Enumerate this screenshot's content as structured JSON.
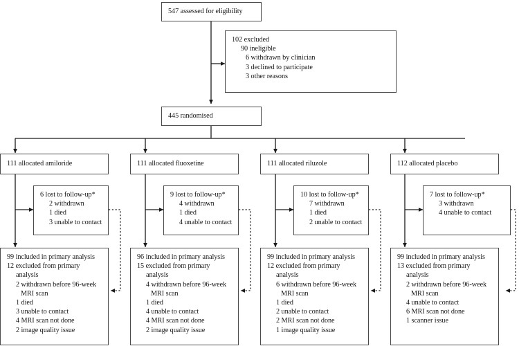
{
  "diagram": {
    "type": "consort-flow-diagram",
    "title": "",
    "colors": {
      "box_border": "#4a4a4a",
      "connector": "#1a1a1a",
      "text": "#141414",
      "background": "#ffffff"
    },
    "footnote_marker": "*"
  },
  "nodes": {
    "eligibility": {
      "lines": [
        {
          "text": "547 assessed for eligibility",
          "indent": 0
        }
      ]
    },
    "excluded": {
      "lines": [
        {
          "text": "102 excluded",
          "indent": 0
        },
        {
          "text": "90 ineligible",
          "indent": 1
        },
        {
          "text": "6 withdrawn by clinician",
          "indent": 2
        },
        {
          "text": "3 declined to participate",
          "indent": 2
        },
        {
          "text": "3 other reasons",
          "indent": 2
        }
      ]
    },
    "randomised": {
      "lines": [
        {
          "text": "445 randomised",
          "indent": 0
        }
      ]
    }
  },
  "arms": [
    {
      "id": "amiloride",
      "allocation": {
        "lines": [
          {
            "text": "111 allocated amiloride",
            "indent": 0
          }
        ]
      },
      "lost_to_followup": {
        "lines": [
          {
            "text": "6 lost to follow-up*",
            "indent": 0
          },
          {
            "text": "2 withdrawn",
            "indent": 1
          },
          {
            "text": "1 died",
            "indent": 1
          },
          {
            "text": "3 unable to contact",
            "indent": 1
          }
        ]
      },
      "analysis": {
        "lines": [
          {
            "text": "99 included in primary analysis",
            "indent": 0
          },
          {
            "text": "12 excluded from primary",
            "indent": 0
          },
          {
            "text": "analysis",
            "indent": 1
          },
          {
            "text": "2 withdrawn before 96-week",
            "indent": 1
          },
          {
            "text": "MRI scan",
            "indent": 2
          },
          {
            "text": "1 died",
            "indent": 1
          },
          {
            "text": "3 unable to contact",
            "indent": 1
          },
          {
            "text": "4 MRI scan not done",
            "indent": 1
          },
          {
            "text": "2 image quality issue",
            "indent": 1
          }
        ]
      }
    },
    {
      "id": "fluoxetine",
      "allocation": {
        "lines": [
          {
            "text": "111 allocated fluoxetine",
            "indent": 0
          }
        ]
      },
      "lost_to_followup": {
        "lines": [
          {
            "text": "9 lost to follow-up*",
            "indent": 0
          },
          {
            "text": "4 withdrawn",
            "indent": 1
          },
          {
            "text": "1 died",
            "indent": 1
          },
          {
            "text": "4 unable to contact",
            "indent": 1
          }
        ]
      },
      "analysis": {
        "lines": [
          {
            "text": "96 included in primary analysis",
            "indent": 0
          },
          {
            "text": "15 excluded from primary",
            "indent": 0
          },
          {
            "text": "analysis",
            "indent": 1
          },
          {
            "text": "4 withdrawn before 96-week",
            "indent": 1
          },
          {
            "text": "MRI scan",
            "indent": 2
          },
          {
            "text": "1 died",
            "indent": 1
          },
          {
            "text": "4 unable to contact",
            "indent": 1
          },
          {
            "text": "4 MRI scan not done",
            "indent": 1
          },
          {
            "text": "2 image quality issue",
            "indent": 1
          }
        ]
      }
    },
    {
      "id": "riluzole",
      "allocation": {
        "lines": [
          {
            "text": "111 allocated riluzole",
            "indent": 0
          }
        ]
      },
      "lost_to_followup": {
        "lines": [
          {
            "text": "10 lost to follow-up*",
            "indent": 0
          },
          {
            "text": "7 withdrawn",
            "indent": 1
          },
          {
            "text": "1 died",
            "indent": 1
          },
          {
            "text": "2 unable to contact",
            "indent": 1
          }
        ]
      },
      "analysis": {
        "lines": [
          {
            "text": "99 included in primary analysis",
            "indent": 0
          },
          {
            "text": "12 excluded from primary",
            "indent": 0
          },
          {
            "text": "analysis",
            "indent": 1
          },
          {
            "text": "6 withdrawn before 96-week",
            "indent": 1
          },
          {
            "text": "MRI scan",
            "indent": 2
          },
          {
            "text": "1 died",
            "indent": 1
          },
          {
            "text": "2 unable to contact",
            "indent": 1
          },
          {
            "text": "2 MRI scan not done",
            "indent": 1
          },
          {
            "text": "1 image quality issue",
            "indent": 1
          }
        ]
      }
    },
    {
      "id": "placebo",
      "allocation": {
        "lines": [
          {
            "text": "112 allocated placebo",
            "indent": 0
          }
        ]
      },
      "lost_to_followup": {
        "lines": [
          {
            "text": "7 lost to follow-up*",
            "indent": 0
          },
          {
            "text": "3 withdrawn",
            "indent": 1
          },
          {
            "text": "4 unable to contact",
            "indent": 1
          }
        ]
      },
      "analysis": {
        "lines": [
          {
            "text": "99 included in primary analysis",
            "indent": 0
          },
          {
            "text": "13 excluded from primary",
            "indent": 0
          },
          {
            "text": "analysis",
            "indent": 1
          },
          {
            "text": "2 withdrawn before 96-week",
            "indent": 1
          },
          {
            "text": "MRI scan",
            "indent": 2
          },
          {
            "text": "4 unable to contact",
            "indent": 1
          },
          {
            "text": "6 MRI scan not done",
            "indent": 1
          },
          {
            "text": "1 scanner issue",
            "indent": 1
          }
        ]
      }
    }
  ]
}
